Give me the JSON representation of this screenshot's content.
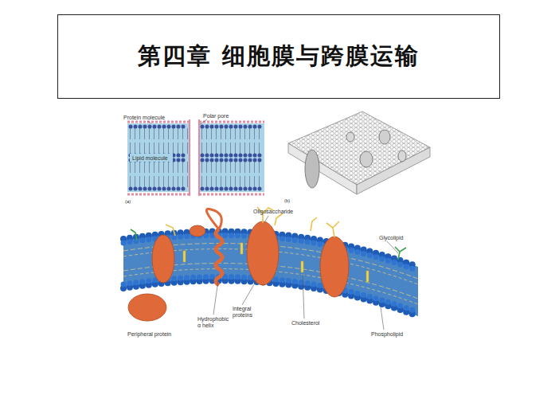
{
  "diagram": {
    "title": "第四章 细胞膜与跨膜运输",
    "labels": [
      "Protein molecule",
      "Polar pore",
      "Lipid molecule",
      "(a)",
      "(b)",
      "Oligosaccharide",
      "Glycolipid",
      "Integral proteins",
      "Hydrophobic α helix",
      "Cholesterol",
      "Peripheral protein",
      "Phospholipid"
    ]
  }
}
